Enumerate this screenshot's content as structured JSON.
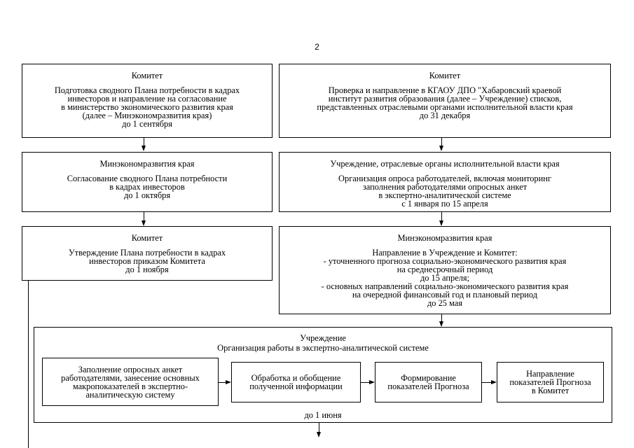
{
  "page_number": "2",
  "left_column": [
    {
      "title": "Комитет",
      "text": "Подготовка сводного Плана потребности в кадрах\nинвесторов и направление на согласование\nв министерство экономического развития края\n(далее – Минэкономразвития края)\nдо 1 сентября"
    },
    {
      "title": "Минэкономразвития края",
      "text": "Согласование сводного Плана потребности\nв кадрах инвесторов\nдо 1 октября"
    },
    {
      "title": "Комитет",
      "text": "Утверждение Плана потребности в кадрах\nинвесторов приказом Комитета\nдо 1 ноября"
    }
  ],
  "right_column": [
    {
      "title": "Комитет",
      "text": "Проверка и направление в КГАОУ ДПО \"Хабаровский краевой\nинститут развития образования (далее – Учреждение) списков,\nпредставленных отраслевыми органами исполнительной власти края\nдо 31 декабря"
    },
    {
      "title": "Учреждение, отраслевые органы исполнительной власти края",
      "text": "Организация опроса работодателей, включая мониторинг\nзаполнения работодателями опросных анкет\nв экспертно-аналитической системе\nс 1 января по 15 апреля"
    },
    {
      "title": "Минэкономразвития края",
      "text": "Направление в Учреждение и Комитет:\n- уточненного прогноза социально-экономического развития края\nна среднесрочный период\nдо 15 апреля;\n- основных направлений социально-экономического развития края\nна очередной финансовый год и плановый период\nдо 25 мая"
    }
  ],
  "bottom_block": {
    "title": "Учреждение",
    "subtitle": "Организация работы в экспертно-аналитической системе",
    "deadline": "до 1 июня",
    "steps": [
      "Заполнение опросных анкет\nработодателями, занесение основных\nмакропоказателей в экспертно-\nаналитическую систему",
      "Обработка и обобщение\nполученной информации",
      "Формирование\nпоказателей Прогноза",
      "Направление\nпоказателей Прогноза\nв Комитет"
    ]
  }
}
